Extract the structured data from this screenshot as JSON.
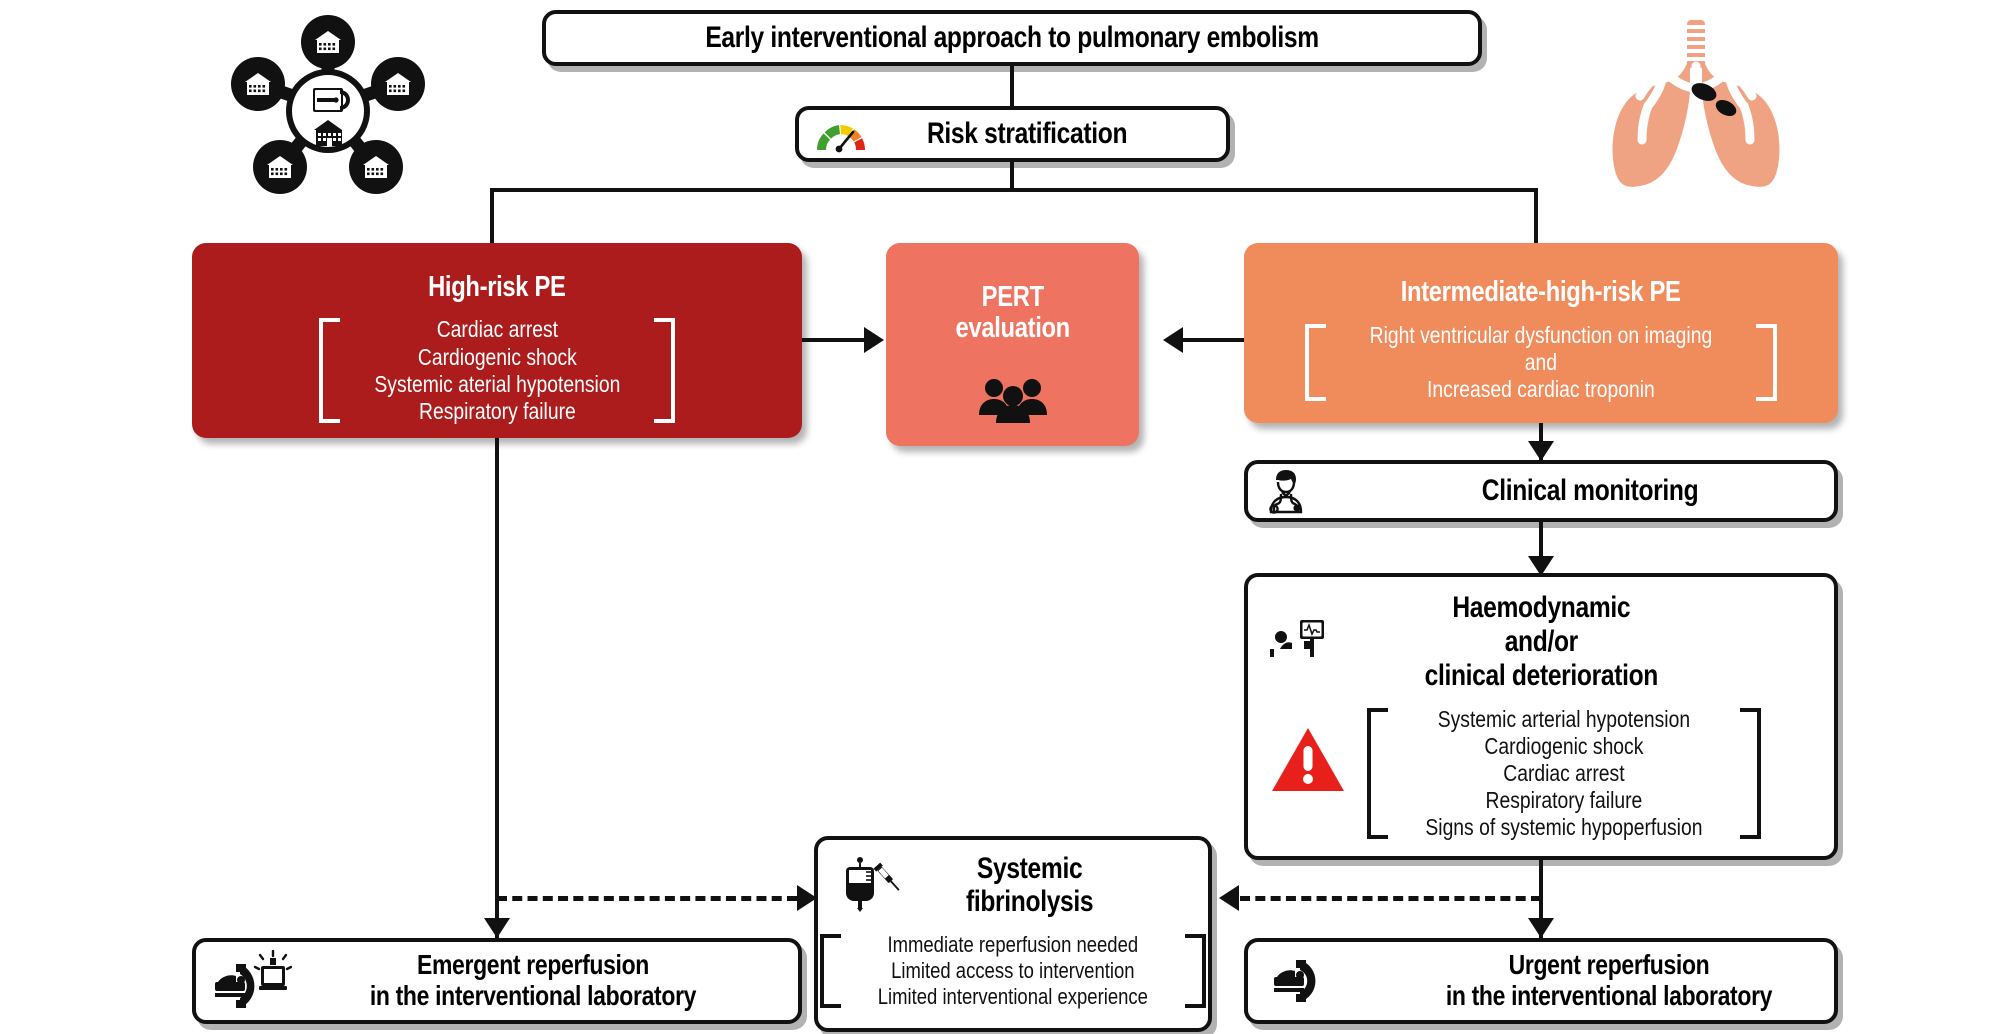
{
  "diagram": {
    "title": "Early interventional approach to pulmonary embolism",
    "risk_stratification": "Risk stratification",
    "colors": {
      "high_risk": "#AC1C1C",
      "pert": "#EE7361",
      "intermediate": "#F08B5C",
      "lungs": "#F0A383",
      "warning": "#E8201C",
      "gauge_green": "#3FA02F",
      "gauge_yellow": "#F2CC00",
      "gauge_orange": "#F08122",
      "gauge_red": "#E02717",
      "line": "#111111"
    },
    "nodes": {
      "high_risk": {
        "title": "High-risk PE",
        "criteria": [
          "Cardiac arrest",
          "Cardiogenic shock",
          "Systemic aterial hypotension",
          "Respiratory failure"
        ]
      },
      "pert": {
        "title_line1": "PERT",
        "title_line2": "evaluation",
        "icon": "group-people-icon"
      },
      "intermediate": {
        "title": "Intermediate-high-risk PE",
        "criteria": [
          "Right ventricular dysfunction on imaging",
          "and",
          "Increased cardiac troponin"
        ]
      },
      "clinical_monitoring": {
        "title": "Clinical monitoring",
        "icon": "doctor-stethoscope-icon"
      },
      "deterioration": {
        "title_line1": "Haemodynamic",
        "title_line2": "and/or",
        "title_line3": "clinical deterioration",
        "criteria": [
          "Systemic arterial hypotension",
          "Cardiogenic shock",
          "Cardiac arrest",
          "Respiratory failure",
          "Signs of systemic hypoperfusion"
        ],
        "icon_bed": "patient-bed-monitor-icon",
        "icon_warning": "warning-triangle-icon"
      },
      "fibrinolysis": {
        "title_line1": "Systemic",
        "title_line2": "fibrinolysis",
        "criteria": [
          "Immediate reperfusion needed",
          "Limited access to intervention",
          "Limited interventional experience"
        ],
        "icon": "iv-bag-syringe-icon"
      },
      "emergent": {
        "title_line1": "Emergent reperfusion",
        "title_line2": "in the interventional laboratory",
        "icon": "cath-lab-emergency-icon"
      },
      "urgent": {
        "title_line1": "Urgent reperfusion",
        "title_line2": "in the interventional laboratory",
        "icon": "cath-lab-icon"
      }
    },
    "decorations": {
      "network_icon": "hospital-network-hub-icon",
      "lungs_icon": "lungs-embolism-icon",
      "gauge_icon": "risk-gauge-icon"
    }
  }
}
